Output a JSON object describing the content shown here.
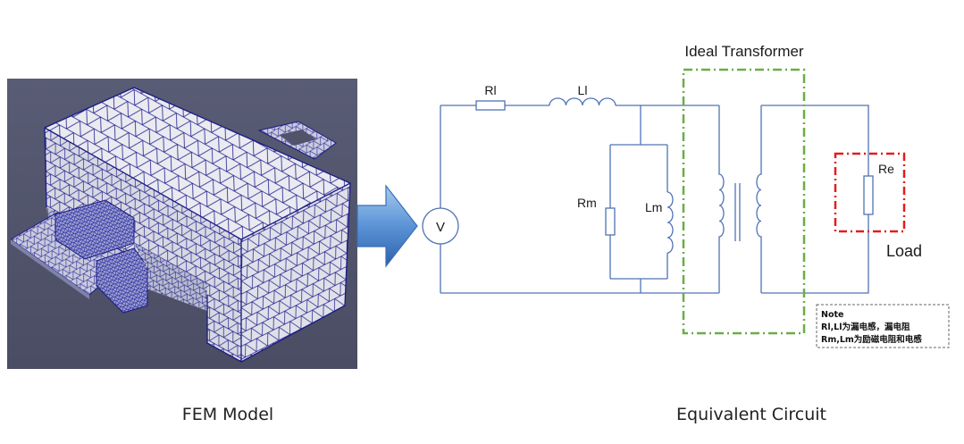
{
  "fem_model": {
    "caption": "FEM Model",
    "background_color": "#4f5269",
    "mesh_color": "#1f1f8f",
    "surface_color": "#e8e8ee"
  },
  "arrow": {
    "color": "#4a86cf"
  },
  "circuit": {
    "caption": "Equivalent Circuit",
    "wire_color": "#4f74b5",
    "source_label": "V",
    "components": {
      "rl": "Rl",
      "ll": "Ll",
      "rm": "Rm",
      "lm": "Lm",
      "re": "Re"
    },
    "ideal_transformer": {
      "label": "Ideal Transformer",
      "color": "#6aae45"
    },
    "load": {
      "label": "Load",
      "color": "#e31c1c"
    },
    "note": {
      "title": "Note",
      "lines": [
        "Rl,Ll为漏电感，漏电阻",
        "Rm,Lm为励磁电阻和电感"
      ]
    }
  }
}
